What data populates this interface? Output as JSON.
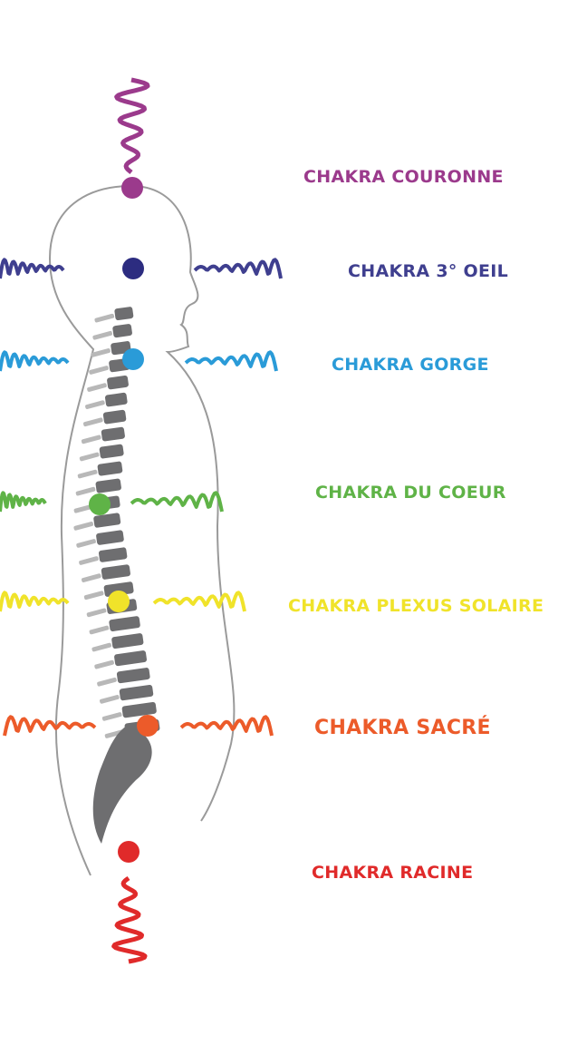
{
  "chakras": [
    {
      "label": "CHAKRA COURONNE",
      "color": "#9b3a8c"
    },
    {
      "label": "CHAKRA 3° OEIL",
      "color": "#3f3f8f"
    },
    {
      "label": "CHAKRA GORGE",
      "color": "#2a9bd8"
    },
    {
      "label": "CHAKRA DU COEUR",
      "color": "#5fb347"
    },
    {
      "label": "CHAKRA PLEXUS SOLAIRE",
      "color": "#f0e32a"
    },
    {
      "label": "CHAKRA SACRÉ",
      "color": "#ec5b2a"
    },
    {
      "label": "CHAKRA RACINE",
      "color": "#e02a2a"
    }
  ],
  "colors": {
    "outline": "#9a9a9a",
    "spine": "#6e6e70",
    "spine_light": "#b8b8b8",
    "eye_dot": "#2c2c80",
    "crown_wave": "#9b3a8c"
  }
}
